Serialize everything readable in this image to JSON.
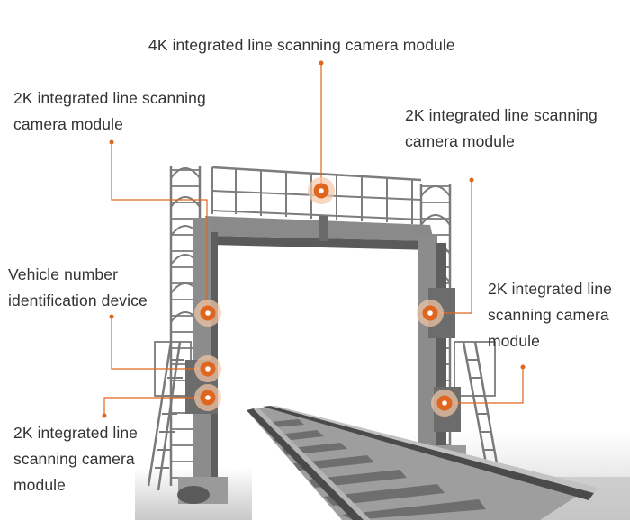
{
  "colors": {
    "accent": "#e0661f",
    "accent_glow": "#f6c7a6",
    "label_text": "#333333",
    "structure": "#7a7a7a",
    "structure_dark": "#4d4d4d",
    "background": "#ffffff"
  },
  "labels": {
    "top_4k": "4K integrated line scanning camera module",
    "top_left_2k": {
      "line1": "2K integrated line scanning",
      "line2": "camera module"
    },
    "top_right_2k": {
      "line1": "2K integrated line scanning",
      "line2": "camera module"
    },
    "vehicle_number": {
      "line1": "Vehicle number",
      "line2": "identification device"
    },
    "right_2k": {
      "line1": "2K integrated line",
      "line2": "scanning camera",
      "line3": "module"
    },
    "bottom_left_2k": {
      "line1": "2K integrated line",
      "line2": "scanning camera",
      "line3": "module"
    }
  },
  "photo": {
    "subject": "Railway inspection gantry with camera modules mounted over track",
    "icons": [
      "marker-dot-icon"
    ]
  }
}
